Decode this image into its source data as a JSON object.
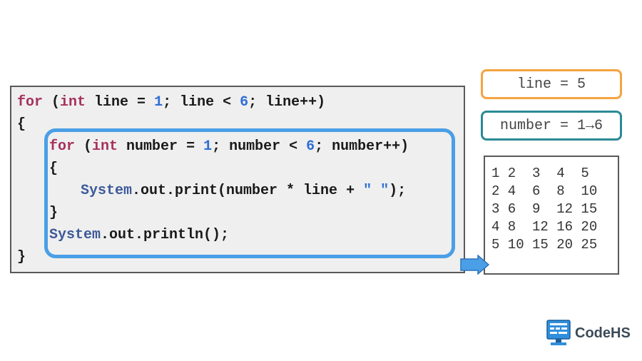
{
  "code": {
    "line1": {
      "kw1": "for",
      "open": " (",
      "kw2": "int",
      "mid1": " line = ",
      "n1": "1",
      "mid2": "; line < ",
      "n2": "6",
      "rest": "; line++)"
    },
    "line2": "{",
    "line3": {
      "kw1": "for",
      "open": " (",
      "kw2": "int",
      "mid1": " number = ",
      "n1": "1",
      "mid2": "; number < ",
      "n2": "6",
      "rest": "; number++)"
    },
    "line4": "{",
    "line5": {
      "cls": "System",
      "mid": ".out.print(number * line + ",
      "str": "\" \"",
      "end": ");"
    },
    "line6": "}",
    "line7": {
      "cls": "System",
      "rest": ".out.println();"
    },
    "line8": "}"
  },
  "variables": {
    "line": "line = 5",
    "number": "number = 1→6"
  },
  "output": {
    "rows": [
      "1 2  3  4  5",
      "2 4  6  8  10",
      "3 6  9  12 15",
      "4 8  12 16 20",
      "5 10 15 20 25"
    ]
  },
  "brand": {
    "name": "CodeHS"
  },
  "colors": {
    "keyword": "#a6315d",
    "number": "#2f6fd6",
    "highlight_border": "#4a9fe6",
    "line_var_border": "#f5a340",
    "number_var_border": "#2a8a95"
  }
}
